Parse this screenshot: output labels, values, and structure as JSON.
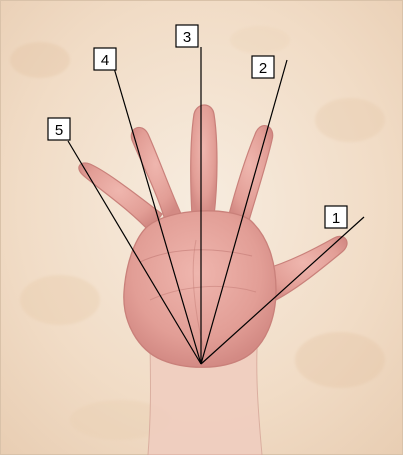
{
  "figure": {
    "labels": [
      {
        "id": "1",
        "text": "1"
      },
      {
        "id": "2",
        "text": "2"
      },
      {
        "id": "3",
        "text": "3"
      },
      {
        "id": "4",
        "text": "4"
      },
      {
        "id": "5",
        "text": "5"
      }
    ]
  },
  "colors": {
    "frame_background": "#f4e6d4",
    "skin": "#e8a9a1",
    "skin_shadow": "#cf8680",
    "line": "#000000",
    "label_box_fill": "#ffffff"
  }
}
